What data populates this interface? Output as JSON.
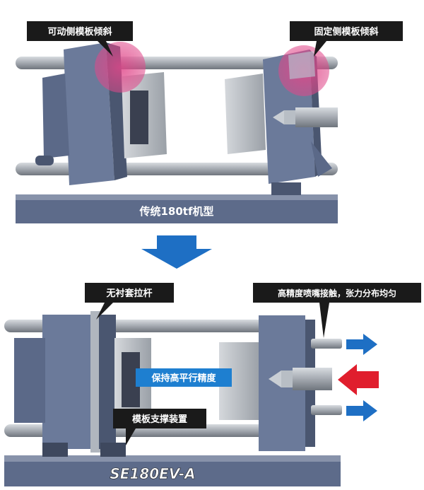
{
  "top": {
    "callout_left": "可动侧模板倾斜",
    "callout_right": "固定侧模板倾斜",
    "base_label": "传统180tf机型"
  },
  "bottom": {
    "callout_tie_bar": "无衬套拉杆",
    "callout_nozzle": "高精度喷嘴接触，张力分布均匀",
    "center_label": "保持高平行精度",
    "callout_platen": "模板支撑装置",
    "model_label": "SE180EV-A"
  },
  "colors": {
    "machine_blue": "#6b7a9a",
    "machine_dark": "#4a5670",
    "rod_gray": "#9aa0a8",
    "base_blue": "#5d6b8a",
    "highlight_pink": "#e0488a",
    "arrow_blue": "#1e6fc4",
    "arrow_red": "#e01e2d",
    "callout_bg": "#1a1a1a",
    "center_label_bg": "#1e7fd0"
  },
  "icons": {
    "transition": "down-arrow-icon",
    "force_in": "red-left-arrow-icon",
    "force_out": "blue-right-arrow-icon"
  }
}
